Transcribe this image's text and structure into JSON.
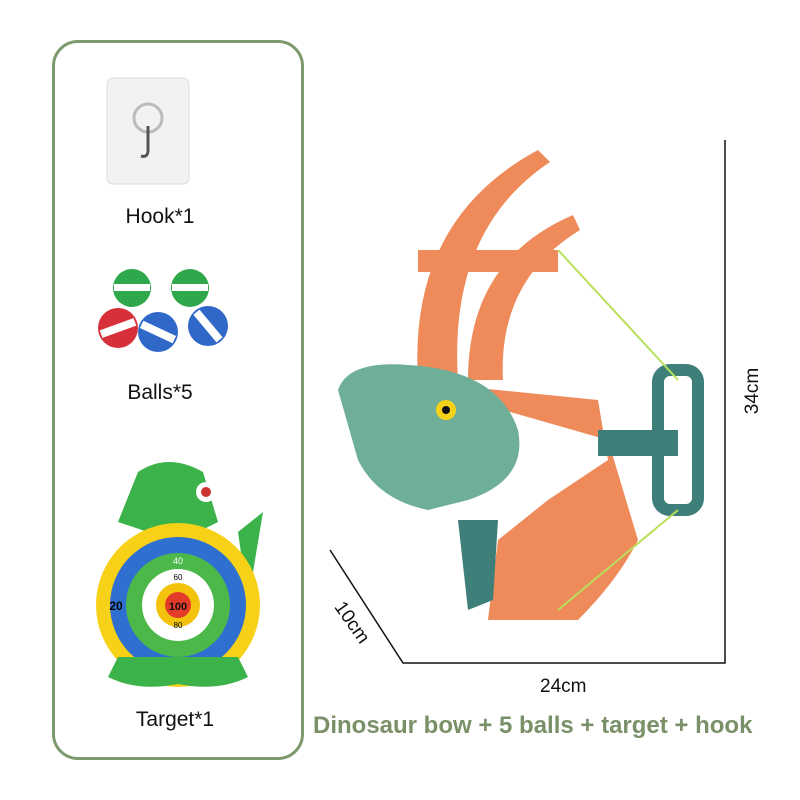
{
  "items": [
    {
      "label": "Hook*1",
      "icon": "hook-icon"
    },
    {
      "label": "Balls*5",
      "icon": "balls-icon"
    },
    {
      "label": "Target*1",
      "icon": "target-icon"
    }
  ],
  "target_scores": [
    "20",
    "40",
    "60",
    "80",
    "100"
  ],
  "dimensions": {
    "height": "34cm",
    "width": "24cm",
    "depth": "10cm"
  },
  "caption": "Dinosaur bow + 5 balls + target + hook",
  "colors": {
    "accent": "#7a9068",
    "bow": "#ef8a5a",
    "dino": "#6fae98",
    "grip": "#3f7f79"
  }
}
